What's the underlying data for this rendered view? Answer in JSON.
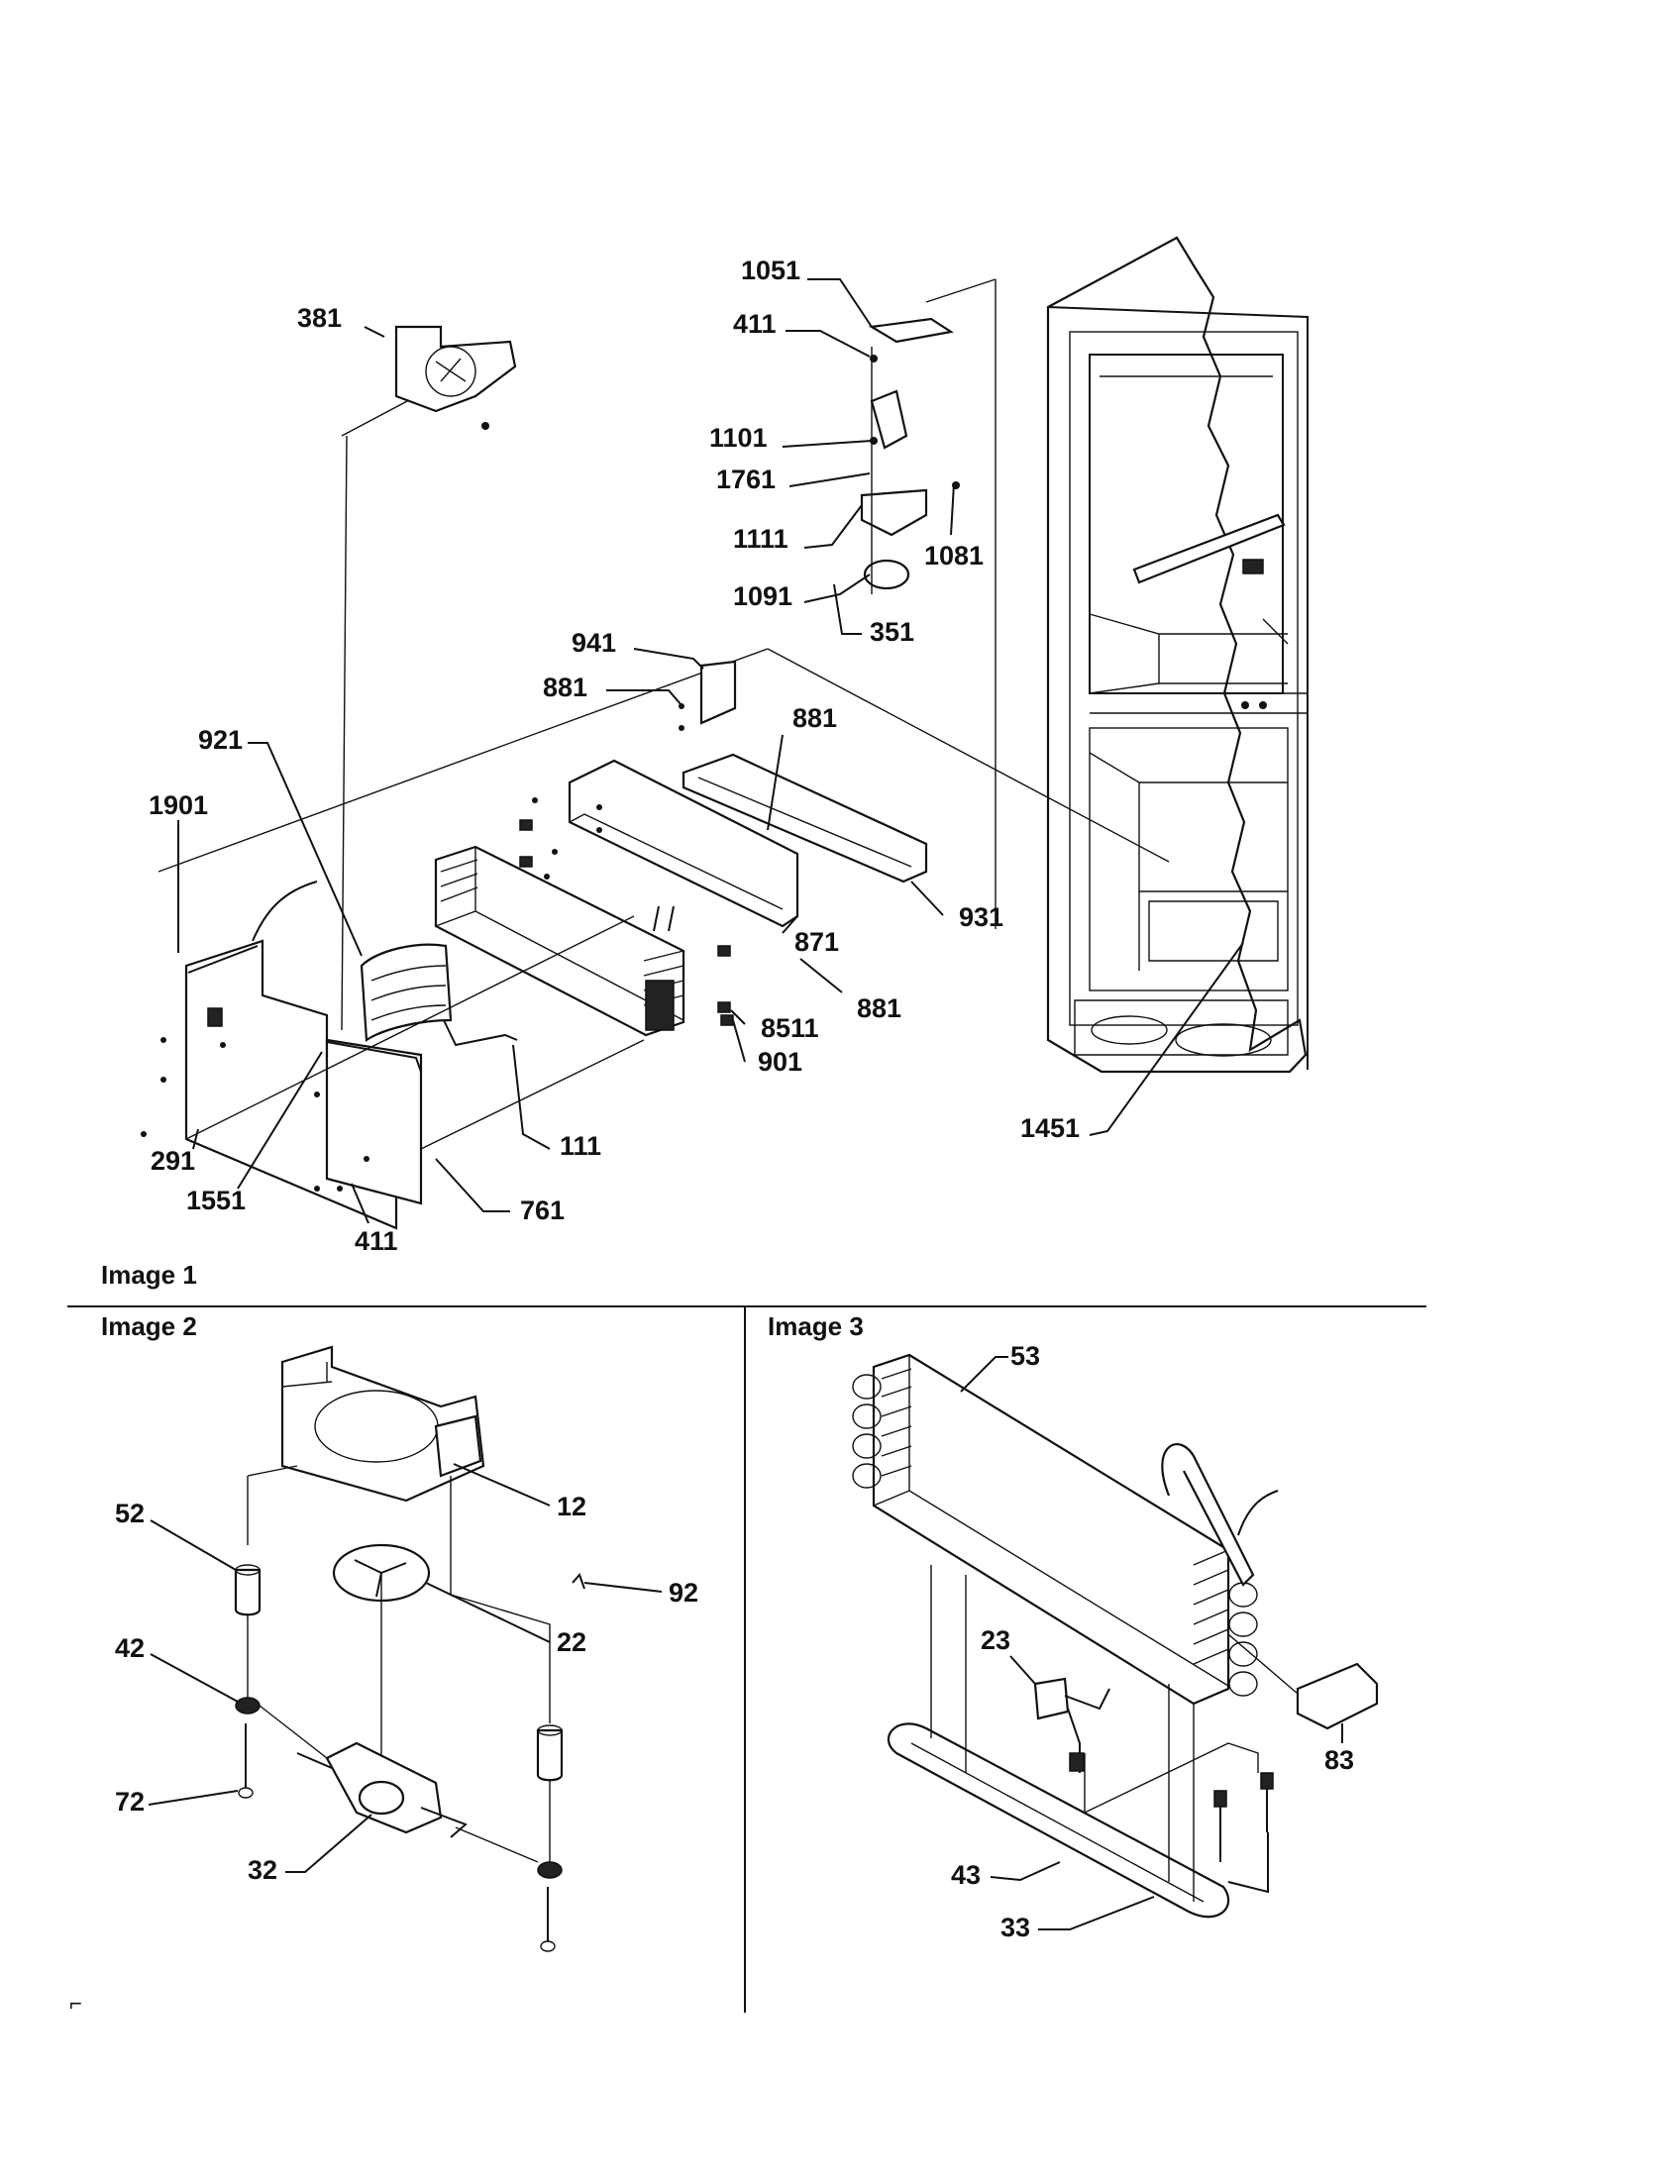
{
  "panels": [
    {
      "id": "image1",
      "title": "Image 1"
    },
    {
      "id": "image2",
      "title": "Image 2"
    },
    {
      "id": "image3",
      "title": "Image 3"
    }
  ],
  "callouts": {
    "image1": [
      "381",
      "1051",
      "411",
      "1101",
      "1761",
      "1111",
      "1081",
      "1091",
      "351",
      "941",
      "881",
      "881",
      "921",
      "1901",
      "871",
      "931",
      "881",
      "8511",
      "901",
      "111",
      "291",
      "1551",
      "411",
      "761",
      "1451"
    ],
    "image2": [
      "12",
      "52",
      "92",
      "22",
      "42",
      "72",
      "32"
    ],
    "image3": [
      "53",
      "23",
      "83",
      "43",
      "33"
    ]
  },
  "corner_mark": "⌐"
}
